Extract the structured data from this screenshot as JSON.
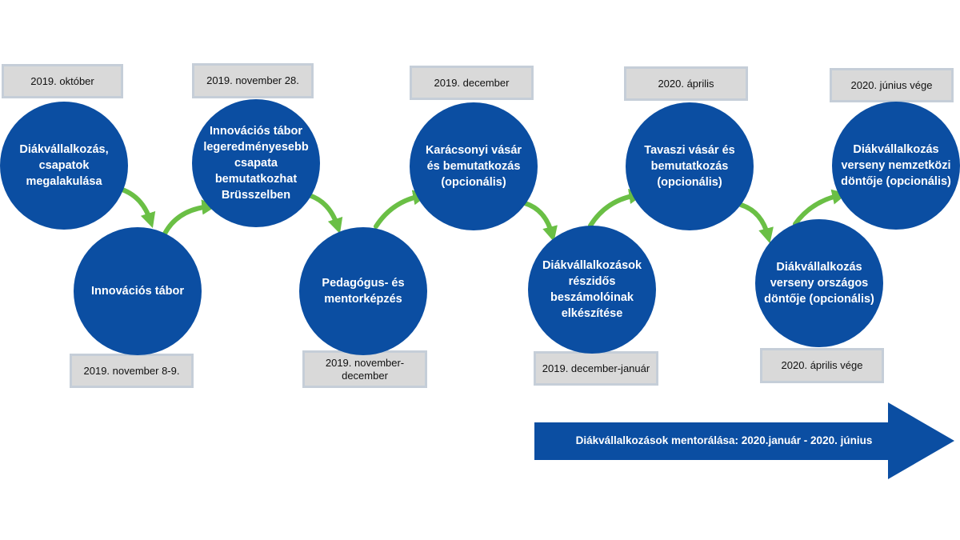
{
  "timeline": {
    "steps": [
      {
        "date": "2019. október",
        "label": "Diákvállalkozás, csapatok megalakulása"
      },
      {
        "date": "2019. november 8-9.",
        "label": "Innovációs tábor"
      },
      {
        "date": "2019. november 28.",
        "label": "Innovációs tábor legeredményesebb csapata bemutatkozhat Brüsszelben"
      },
      {
        "date": "2019. november-december",
        "label": "Pedagógus- és mentorképzés"
      },
      {
        "date": "2019. december",
        "label": "Karácsonyi vásár és bemutatkozás (opcionális)"
      },
      {
        "date": "2019. december-január",
        "label": "Diákvállalkozások részidős beszámolóinak elkészítése"
      },
      {
        "date": "2020. április",
        "label": "Tavaszi vásár és bemutatkozás (opcionális)"
      },
      {
        "date": "2020. április vége",
        "label": "Diákvállalkozás verseny országos döntője (opcionális)"
      },
      {
        "date": "2020. június vége",
        "label": "Diákvállalkozás verseny nemzetközi döntője (opcionális)"
      }
    ],
    "banner": "Diákvállalkozások mentorálása: 2020.január - 2020. június"
  },
  "colors": {
    "circle": "#0b4ea2",
    "arrow": "#6abf45",
    "banner": "#0b4ea2",
    "date_box_fill": "#d9d9d9",
    "date_box_border": "#c5ced8"
  }
}
